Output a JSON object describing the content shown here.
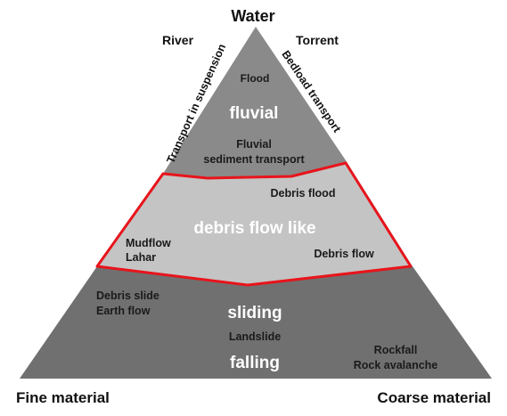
{
  "vertices": {
    "top": "Water",
    "bottom_left": "Fine material",
    "bottom_right": "Coarse material"
  },
  "outer": {
    "left": "River",
    "right": "Torrent"
  },
  "sides": {
    "left": "Transport in suspension",
    "right": "Bedload transport"
  },
  "zones": {
    "fluvial": {
      "title": "fluvial",
      "flood": "Flood",
      "sediment_line1": "Fluvial",
      "sediment_line2": "sediment transport"
    },
    "debris": {
      "title": "debris flow like",
      "debris_flood": "Debris flood",
      "mudflow": "Mudflow",
      "lahar": "Lahar",
      "debris_flow": "Debris flow"
    },
    "lower": {
      "sliding": "sliding",
      "landslide": "Landslide",
      "falling": "falling",
      "debris_slide": "Debris slide",
      "earth_flow": "Earth flow",
      "rockfall": "Rockfall",
      "rock_avalanche": "Rock avalanche"
    }
  },
  "colors": {
    "fluvial_fill": "#8a8a8a",
    "debris_fill": "#c4c4c4",
    "lower_fill": "#707070",
    "outline": "#e8141b",
    "dark_text": "#1a1a1a",
    "light_text": "#ffffff"
  }
}
